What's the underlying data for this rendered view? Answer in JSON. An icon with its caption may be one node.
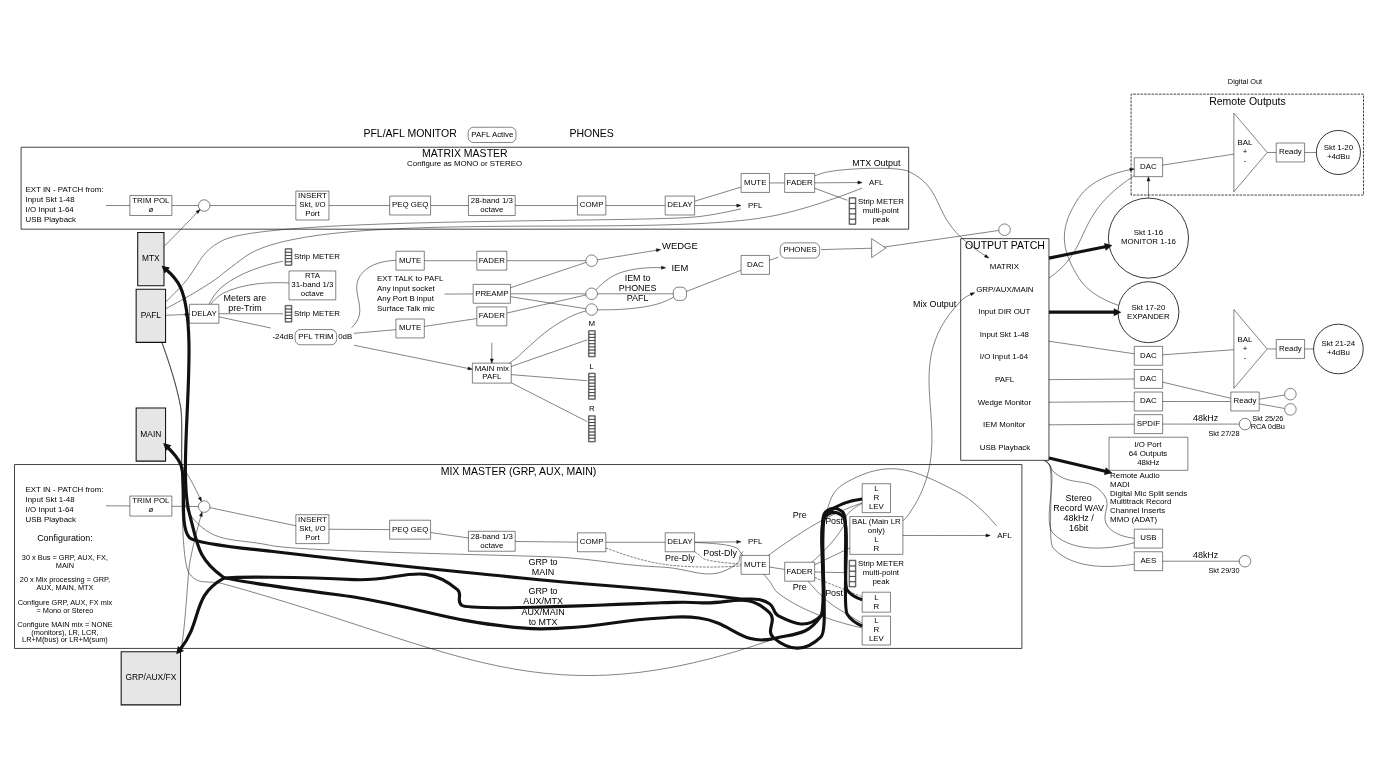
{
  "diagram": {
    "nodes": [
      {
        "text": [
          "MTX"
        ]
      },
      {
        "text": [
          "GRP/AUX/FX"
        ]
      },
      {
        "text": [
          "PAFL"
        ]
      },
      {
        "text": [
          "MAIN"
        ]
      },
      {
        "text": [
          "MIX MASTER (GRP, AUX, MAIN)"
        ]
      },
      {
        "text": [],
        "shape": "circle",
        "in": 4
      },
      {
        "text": [
          "INSERT",
          "Skt, I/O Port"
        ],
        "in": 4
      },
      {
        "text": [
          "PEQ GEQ"
        ],
        "in": 4
      },
      {
        "text": [
          "28-band 1/3 octave"
        ],
        "in": 4
      },
      {
        "text": [
          "COMP"
        ],
        "in": 4
      },
      {
        "text": [
          "DELAY"
        ],
        "in": 4
      },
      {
        "text": [
          "MUTE"
        ],
        "in": 4
      },
      {
        "text": [
          "FADER"
        ],
        "in": 4
      },
      {
        "text": [
          "Strip METER",
          "multi-point peak"
        ],
        "in": 4
      },
      {
        "text": [
          "BAL (Main LR only)",
          "L",
          "R"
        ],
        "in": 4
      },
      {
        "text": [
          "L",
          "R"
        ],
        "in": 4
      },
      {
        "text": [
          "L",
          "R",
          "LEV"
        ],
        "in": 4
      },
      {
        "text": [
          "L",
          "R",
          "LEV"
        ],
        "in": 4
      },
      {
        "text": [
          "PFL"
        ],
        "in": 4
      },
      {
        "text": [
          "AFL"
        ],
        "in": 4
      },
      {
        "text": [
          "EXT IN - PATCH from:",
          "Input Skt 1-48",
          "I/O Input 1-64",
          "USB Playback"
        ],
        "in": 4
      },
      {
        "text": [
          "TRIM POL",
          "ø"
        ],
        "in": 4
      },
      {
        "text": [
          "MATRIX MASTER",
          "Configure as MONO or STEREO"
        ]
      },
      {
        "text": [
          "EXT IN - PATCH from:",
          "Input Skt 1-48",
          "I/O Input 1-64",
          "USB Playback"
        ],
        "in": 22
      },
      {
        "text": [
          "TRIM POL",
          "ø"
        ],
        "in": 22
      },
      {
        "text": [],
        "shape": "circle",
        "in": 22
      },
      {
        "text": [
          "INSERT",
          "Skt, I/O Port"
        ],
        "in": 22
      },
      {
        "text": [
          "PEQ GEQ"
        ],
        "in": 22
      },
      {
        "text": [
          "28-band 1/3 octave"
        ],
        "in": 22
      },
      {
        "text": [
          "COMP"
        ],
        "in": 22
      },
      {
        "text": [
          "DELAY"
        ],
        "in": 22
      },
      {
        "text": [
          "Strip METER",
          "multi-point peak"
        ],
        "in": 22
      },
      {
        "text": [
          "PFL"
        ],
        "in": 22
      },
      {
        "text": [
          "AFL"
        ],
        "in": 22
      },
      {
        "text": [
          "MUTE"
        ],
        "in": 22
      },
      {
        "text": [
          "FADER"
        ],
        "in": 22
      },
      {
        "text": [
          "OUTPUT PATCH"
        ]
      },
      {
        "text": [
          "GRP/AUX/MAIN"
        ],
        "in": 36
      },
      {
        "text": [
          "MATRIX"
        ],
        "in": 36
      },
      {
        "text": [
          "Input DIR OUT"
        ],
        "in": 36
      },
      {
        "text": [
          "Input Skt 1-48"
        ],
        "in": 36
      },
      {
        "text": [
          "I/O Input 1-64"
        ],
        "in": 36
      },
      {
        "text": [
          "PAFL"
        ],
        "in": 36
      },
      {
        "text": [
          "Wedge Monitor"
        ],
        "in": 36
      },
      {
        "text": [
          "IEM Monitor"
        ],
        "in": 36
      },
      {
        "text": [
          "USB Playback"
        ],
        "in": 36
      },
      {
        "text": [
          "Remote Outputs"
        ]
      },
      {
        "text": [
          "DAC"
        ],
        "in": 46
      },
      {
        "text": [
          "BAL",
          "+",
          "-"
        ],
        "in": 46
      },
      {
        "text": [
          "Ready"
        ],
        "in": 46
      },
      {
        "text": [
          "Skt 1-20",
          "+4dBu"
        ],
        "in": 46
      },
      {
        "text": [
          "Skt 1-16",
          "MONITOR 1-16"
        ]
      },
      {
        "text": [
          "Skt 17-20",
          "EXPANDER"
        ]
      },
      {
        "text": [
          "DAC"
        ]
      },
      {
        "text": [
          "BAL",
          "+",
          "-"
        ]
      },
      {
        "text": [
          "Ready"
        ]
      },
      {
        "text": [
          "Skt 21-24",
          "+4dBu"
        ]
      },
      {
        "text": [
          "DAC"
        ]
      },
      {
        "text": [
          "DAC"
        ]
      },
      {
        "text": [
          "Ready"
        ]
      },
      {
        "text": [],
        "shape": "circle"
      },
      {
        "text": [],
        "shape": "circle",
        "beside": [
          "Skt 25/26 RCA 0dBu"
        ]
      },
      {
        "text": [
          "SPDIF"
        ]
      },
      {
        "text": [],
        "shape": "circle",
        "beside": [
          "Skt 27/28"
        ]
      },
      {
        "text": [
          "AES"
        ]
      },
      {
        "text": [],
        "shape": "circle",
        "beside": [
          "Skt 29/30"
        ]
      },
      {
        "text": [
          "USB"
        ]
      },
      {
        "text": [
          "I/O Port",
          "64 Outputs",
          "48kHz"
        ],
        "beside": [
          "Remote Audio",
          "MADI",
          "Digital Mic Split sends",
          "Multitrack Record",
          "Channel Inserts",
          "MMO (ADAT)"
        ]
      },
      {
        "text": [
          "EXT TALK to PAFL",
          "Any input socket",
          "Any Port B input",
          "Surface Talk mic"
        ]
      },
      {
        "text": [
          "PREAMP"
        ]
      },
      {
        "text": [
          "RTA",
          "31-band 1/3 octave"
        ]
      },
      {
        "text": [
          "DELAY"
        ]
      },
      {
        "text": [
          "PFL TRIM"
        ],
        "beside": [
          "-24dB",
          "0dB"
        ]
      },
      {
        "text": [
          "Strip METER"
        ]
      },
      {
        "text": [
          "MUTE"
        ]
      },
      {
        "text": [
          "FADER"
        ]
      },
      {
        "text": [],
        "shape": "circle"
      },
      {
        "text": [
          "WEDGE"
        ]
      },
      {
        "text": [
          "Strip METER"
        ]
      },
      {
        "text": [
          "MUTE"
        ]
      },
      {
        "text": [
          "FADER"
        ]
      },
      {
        "text": [],
        "shape": "circle"
      },
      {
        "text": [
          "IEM"
        ]
      },
      {
        "text": [
          "L"
        ]
      },
      {
        "text": [
          "R"
        ]
      },
      {
        "text": [
          "M"
        ]
      },
      {
        "text": [
          "PAFL Active"
        ]
      },
      {
        "text": [
          "MAIN mix",
          "PAFL"
        ]
      },
      {
        "text": [],
        "shape": "circle"
      },
      {
        "text": [],
        "shape": "switch"
      },
      {
        "text": [
          "DAC"
        ]
      },
      {
        "text": [
          "PHONES"
        ]
      },
      {
        "text": [],
        "shape": "triangle"
      },
      {
        "text": [],
        "shape": "circle"
      }
    ],
    "edges": [
      {
        "from": 1,
        "to": 5,
        "arrow": "to"
      },
      {
        "from": 3,
        "to": 5,
        "arrow": "to"
      },
      {
        "from": 20,
        "to": 21,
        "arrow": "none"
      },
      {
        "from": 21,
        "to": 5,
        "arrow": "none"
      },
      {
        "from": 5,
        "to": 6,
        "arrow": "none"
      },
      {
        "from": 6,
        "to": 7,
        "arrow": "none"
      },
      {
        "from": 7,
        "to": 8,
        "arrow": "none"
      },
      {
        "from": 8,
        "to": 9,
        "arrow": "none"
      },
      {
        "from": 9,
        "to": 10,
        "arrow": "none"
      },
      {
        "from": 10,
        "to": 11,
        "arrow": "none"
      },
      {
        "from": 11,
        "to": 12,
        "arrow": "none"
      },
      {
        "from": 12,
        "to": 13,
        "arrow": "none"
      },
      {
        "from": 12,
        "to": 14,
        "arrow": "none"
      },
      {
        "from": 12,
        "to": 15,
        "arrow": "none",
        "style": "dashed"
      },
      {
        "from": 14,
        "to": 37,
        "arrow": "to",
        "label": "Mix Output"
      },
      {
        "from": 10,
        "to": 18,
        "arrow": "to"
      },
      {
        "from": 14,
        "to": 19,
        "arrow": "to"
      },
      {
        "from": 18,
        "to": 2,
        "arrow": "none"
      },
      {
        "from": 19,
        "to": 2,
        "arrow": "none"
      },
      {
        "from": 10,
        "to": 11,
        "arrow": "none",
        "label": "Post-Dly",
        "style": "dashed"
      },
      {
        "from": 9,
        "to": 11,
        "arrow": "none",
        "label": "Pre-Dly",
        "style": "dashed"
      },
      {
        "from": 12,
        "to": 16,
        "arrow": "none",
        "label": "Post"
      },
      {
        "from": 11,
        "to": 16,
        "arrow": "none",
        "label": "Pre"
      },
      {
        "from": 12,
        "to": 17,
        "arrow": "none",
        "label": "Post"
      },
      {
        "from": 11,
        "to": 17,
        "arrow": "none",
        "label": "Pre"
      },
      {
        "from": 15,
        "to": 3,
        "arrow": "to",
        "label": "GRP to MAIN",
        "style": "thick"
      },
      {
        "from": 16,
        "to": 1,
        "arrow": "to",
        "label": "GRP to AUX/MTX",
        "style": "thick"
      },
      {
        "from": 17,
        "to": 0,
        "arrow": "to",
        "label": "AUX/MAIN to MTX",
        "style": "thick"
      },
      {
        "from": 0,
        "to": 25,
        "arrow": "to"
      },
      {
        "from": 23,
        "to": 24,
        "arrow": "none"
      },
      {
        "from": 24,
        "to": 25,
        "arrow": "none"
      },
      {
        "from": 25,
        "to": 26,
        "arrow": "none"
      },
      {
        "from": 26,
        "to": 27,
        "arrow": "none"
      },
      {
        "from": 27,
        "to": 28,
        "arrow": "none"
      },
      {
        "from": 28,
        "to": 29,
        "arrow": "none"
      },
      {
        "from": 29,
        "to": 30,
        "arrow": "none"
      },
      {
        "from": 30,
        "to": 34,
        "arrow": "none"
      },
      {
        "from": 34,
        "to": 35,
        "arrow": "none"
      },
      {
        "from": 35,
        "to": 31,
        "arrow": "none"
      },
      {
        "from": 35,
        "to": 38,
        "arrow": "to",
        "label": "MTX Output"
      },
      {
        "from": 30,
        "to": 32,
        "arrow": "to"
      },
      {
        "from": 35,
        "to": 33,
        "arrow": "to"
      },
      {
        "from": 32,
        "to": 2,
        "arrow": "none"
      },
      {
        "from": 33,
        "to": 2,
        "arrow": "none"
      },
      {
        "from": 36,
        "to": 47,
        "arrow": "none"
      },
      {
        "from": 47,
        "to": 48,
        "arrow": "none"
      },
      {
        "from": 48,
        "to": 49,
        "arrow": "none"
      },
      {
        "from": 49,
        "to": 50,
        "arrow": "none"
      },
      {
        "from": 36,
        "to": 51,
        "arrow": "to",
        "style": "thick"
      },
      {
        "from": 36,
        "to": 52,
        "arrow": "to",
        "style": "thick"
      },
      {
        "from": 51,
        "to": 47,
        "arrow": "to"
      },
      {
        "from": 52,
        "to": 47,
        "arrow": "to"
      },
      {
        "from": 36,
        "to": 53,
        "arrow": "none"
      },
      {
        "from": 53,
        "to": 54,
        "arrow": "none"
      },
      {
        "from": 54,
        "to": 55,
        "arrow": "none"
      },
      {
        "from": 55,
        "to": 56,
        "arrow": "none"
      },
      {
        "from": 36,
        "to": 57,
        "arrow": "none"
      },
      {
        "from": 36,
        "to": 58,
        "arrow": "none"
      },
      {
        "from": 57,
        "to": 59,
        "arrow": "none"
      },
      {
        "from": 58,
        "to": 59,
        "arrow": "none"
      },
      {
        "from": 59,
        "to": 60,
        "arrow": "none"
      },
      {
        "from": 59,
        "to": 61,
        "arrow": "none"
      },
      {
        "from": 36,
        "to": 62,
        "arrow": "none"
      },
      {
        "from": 62,
        "to": 63,
        "arrow": "none",
        "label": "48kHz"
      },
      {
        "from": 36,
        "to": 64,
        "arrow": "none"
      },
      {
        "from": 64,
        "to": 65,
        "arrow": "none",
        "label": "48kHz"
      },
      {
        "from": 36,
        "to": 66,
        "arrow": "none",
        "label": "Stereo Record WAV 48kHz / 16bit"
      },
      {
        "from": 36,
        "to": 66,
        "arrow": "none"
      },
      {
        "from": 36,
        "to": 67,
        "arrow": "to",
        "style": "thick"
      },
      {
        "from": 2,
        "to": 71,
        "arrow": "to"
      },
      {
        "from": 68,
        "to": 69,
        "arrow": "none"
      },
      {
        "from": 69,
        "to": 76,
        "arrow": "none"
      },
      {
        "from": 69,
        "to": 81,
        "arrow": "none"
      },
      {
        "from": 69,
        "to": 88,
        "arrow": "none"
      },
      {
        "from": 71,
        "to": 70,
        "arrow": "none"
      },
      {
        "from": 71,
        "to": 72,
        "arrow": "none"
      },
      {
        "from": 71,
        "to": 73,
        "arrow": "none",
        "label": "Meters are pre-Trim"
      },
      {
        "from": 71,
        "to": 78,
        "arrow": "none"
      },
      {
        "from": 72,
        "to": 74,
        "arrow": "none"
      },
      {
        "from": 74,
        "to": 75,
        "arrow": "none"
      },
      {
        "from": 75,
        "to": 76,
        "arrow": "none"
      },
      {
        "from": 76,
        "to": 77,
        "arrow": "to"
      },
      {
        "from": 72,
        "to": 79,
        "arrow": "none"
      },
      {
        "from": 79,
        "to": 80,
        "arrow": "none"
      },
      {
        "from": 80,
        "to": 81,
        "arrow": "none"
      },
      {
        "from": 81,
        "to": 82,
        "arrow": "to"
      },
      {
        "from": 72,
        "to": 87,
        "arrow": "to"
      },
      {
        "from": null,
        "to": 87,
        "arrow": "to"
      },
      {
        "from": 87,
        "to": 83,
        "arrow": "none"
      },
      {
        "from": 87,
        "to": 84,
        "arrow": "none"
      },
      {
        "from": 87,
        "to": 85,
        "arrow": "none"
      },
      {
        "from": 87,
        "to": 88,
        "arrow": "none"
      },
      {
        "from": 88,
        "to": 89,
        "arrow": "none",
        "label": "PAFL"
      },
      {
        "from": 81,
        "to": 89,
        "arrow": "none",
        "label": "IEM to PHONES"
      },
      {
        "from": 89,
        "to": 90,
        "arrow": "none"
      },
      {
        "from": 90,
        "to": 91,
        "arrow": "none"
      },
      {
        "from": 91,
        "to": 92,
        "arrow": "none"
      },
      {
        "from": 92,
        "to": 93,
        "arrow": "none"
      }
    ],
    "labels": [
      "Configuration:",
      "30 x Bus = GRP, AUX, FX, MAIN",
      "20 x Mix processing = GRP, AUX, MAIN, MTX",
      "Configure GRP, AUX, FX mix = Mono or Stereo",
      "Configure MAIN mix = NONE (monitors), LR, LCR, LR+M(bus) or LR+M(sum)",
      "Digital Out",
      "PFL/AFL MONITOR",
      "PHONES"
    ]
  }
}
